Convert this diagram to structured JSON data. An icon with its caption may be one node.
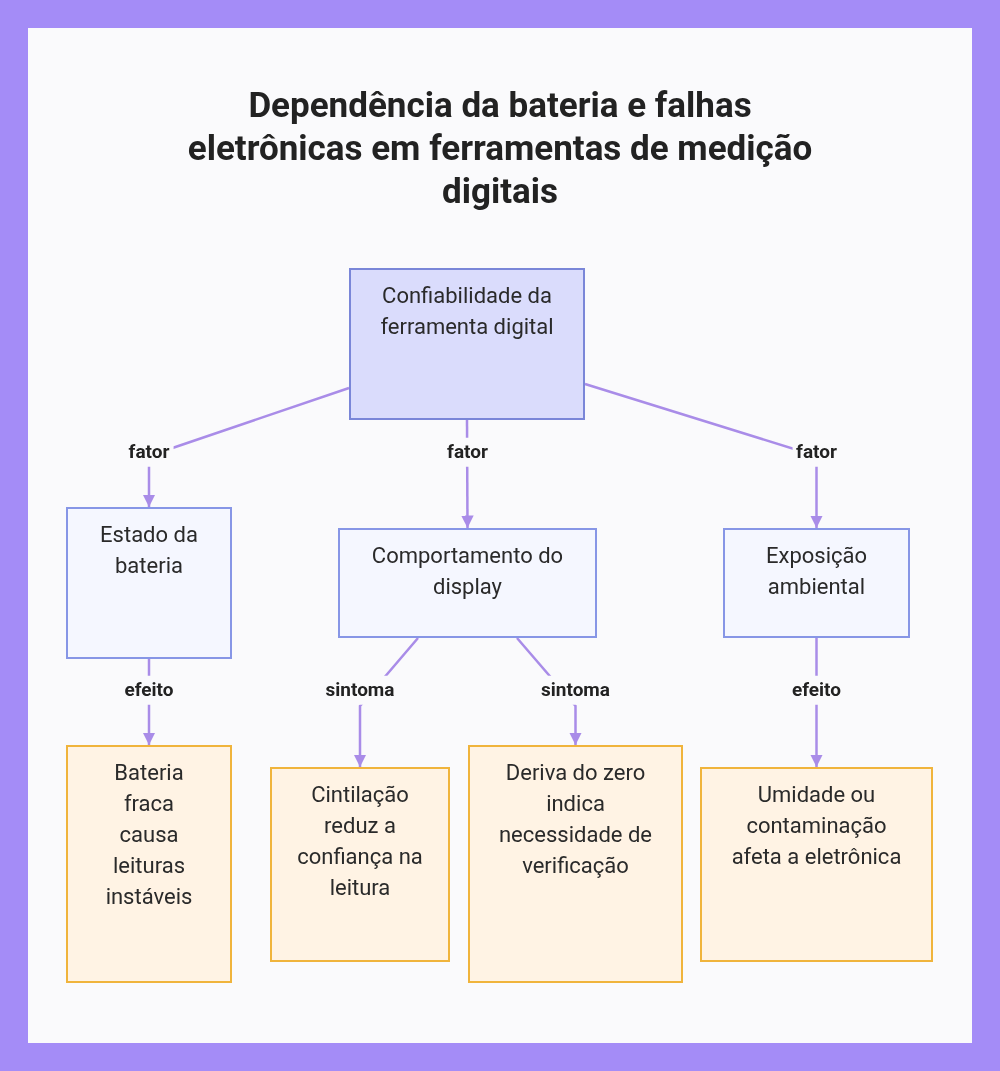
{
  "diagram": {
    "title": "Dependência da bateria e falhas eletrônicas em ferramentas de medição digitais",
    "nodes": [
      {
        "text": [
          "Confiabilidade da ferramenta digital"
        ]
      },
      {
        "text": [
          "Estado da bateria"
        ]
      },
      {
        "text": [
          "Comportamento do display"
        ]
      },
      {
        "text": [
          "Exposição ambiental"
        ]
      },
      {
        "text": [
          "Bateria fraca causa leituras instáveis"
        ]
      },
      {
        "text": [
          "Cintilação reduz a confiança na leitura"
        ]
      },
      {
        "text": [
          "Deriva do zero indica necessidade de verificação"
        ]
      },
      {
        "text": [
          "Umidade ou contaminação afeta a eletrônica"
        ]
      }
    ],
    "edges": [
      {
        "from": 0,
        "to": 1,
        "arrow": "to",
        "label": "fator"
      },
      {
        "from": 0,
        "to": 2,
        "arrow": "to",
        "label": "fator"
      },
      {
        "from": 0,
        "to": 3,
        "arrow": "to",
        "label": "fator"
      },
      {
        "from": 1,
        "to": 4,
        "arrow": "to",
        "label": "efeito"
      },
      {
        "from": 2,
        "to": 5,
        "arrow": "to",
        "label": "sintoma"
      },
      {
        "from": 2,
        "to": 6,
        "arrow": "to",
        "label": "sintoma"
      },
      {
        "from": 3,
        "to": 7,
        "arrow": "to",
        "label": "efeito"
      }
    ]
  }
}
